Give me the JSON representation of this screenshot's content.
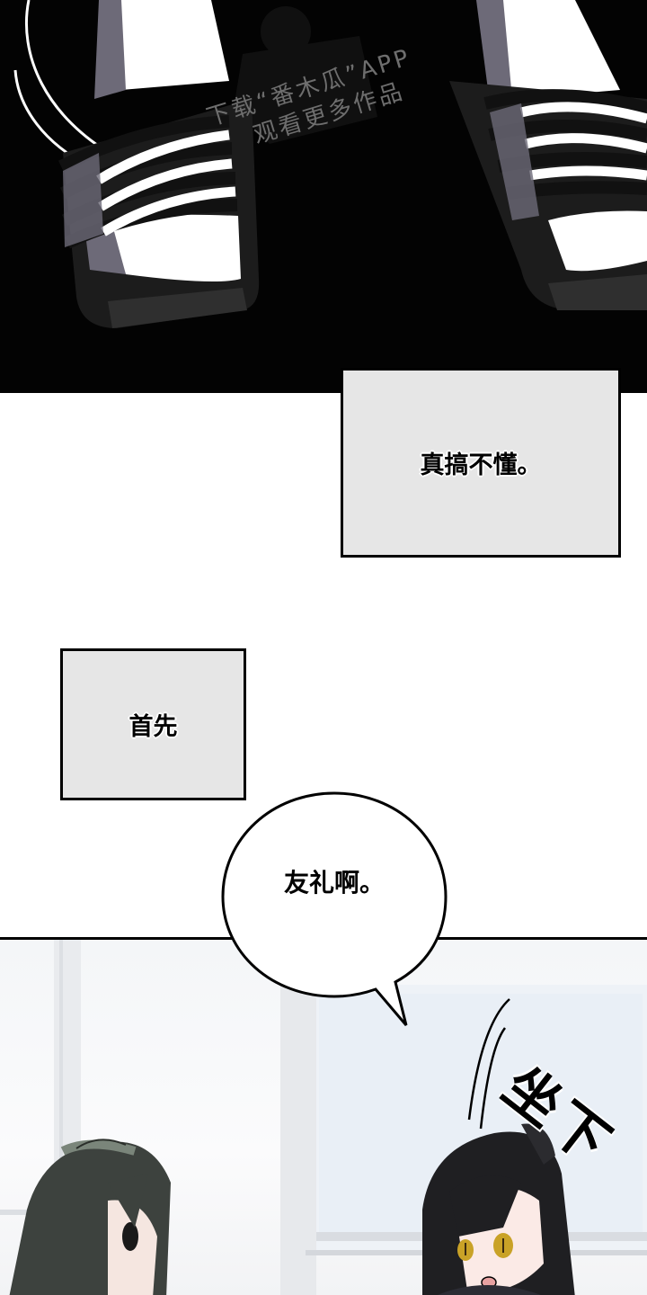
{
  "watermark": {
    "line1": "下载“番木瓜”APP",
    "line2": "观看更多作品"
  },
  "captions": [
    {
      "text": "真搞不懂。"
    },
    {
      "text": "首先"
    }
  ],
  "speech_bubble": {
    "text": "友礼啊。"
  },
  "sfx": {
    "text": "坐下"
  },
  "colors": {
    "dark_panel_bg": "#030303",
    "caption_bg": "#e6e6e6",
    "border": "#000000",
    "watermark": "#6e6e6e",
    "character_eye": "#c9a227"
  }
}
